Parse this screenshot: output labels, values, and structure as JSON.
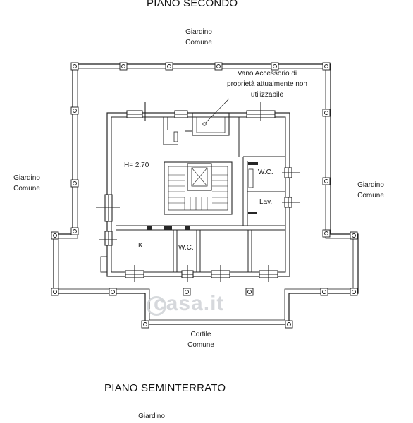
{
  "titles": {
    "upper": "PIANO SECONDO",
    "lower": "PIANO SEMINTERRATO"
  },
  "labels": {
    "garden_top_1": "Giardino",
    "garden_top_2": "Comune",
    "garden_left_1": "Giardino",
    "garden_left_2": "Comune",
    "garden_right_1": "Giardino",
    "garden_right_2": "Comune",
    "courtyard_1": "Cortile",
    "courtyard_2": "Comune",
    "garden_bottom": "Giardino",
    "annex_1": "Vano Accessorio di",
    "annex_2": "proprietà attualmente non",
    "annex_3": "utilizzabile",
    "height": "H= 2.70",
    "wc_right": "W.C.",
    "laundry": "Lav.",
    "kitchen": "K",
    "wc_bottom": "W.C."
  },
  "watermark": "casa.it",
  "colors": {
    "line": "#1a1a1a",
    "wall": "#262626",
    "watermark": "#cfd2d6"
  }
}
